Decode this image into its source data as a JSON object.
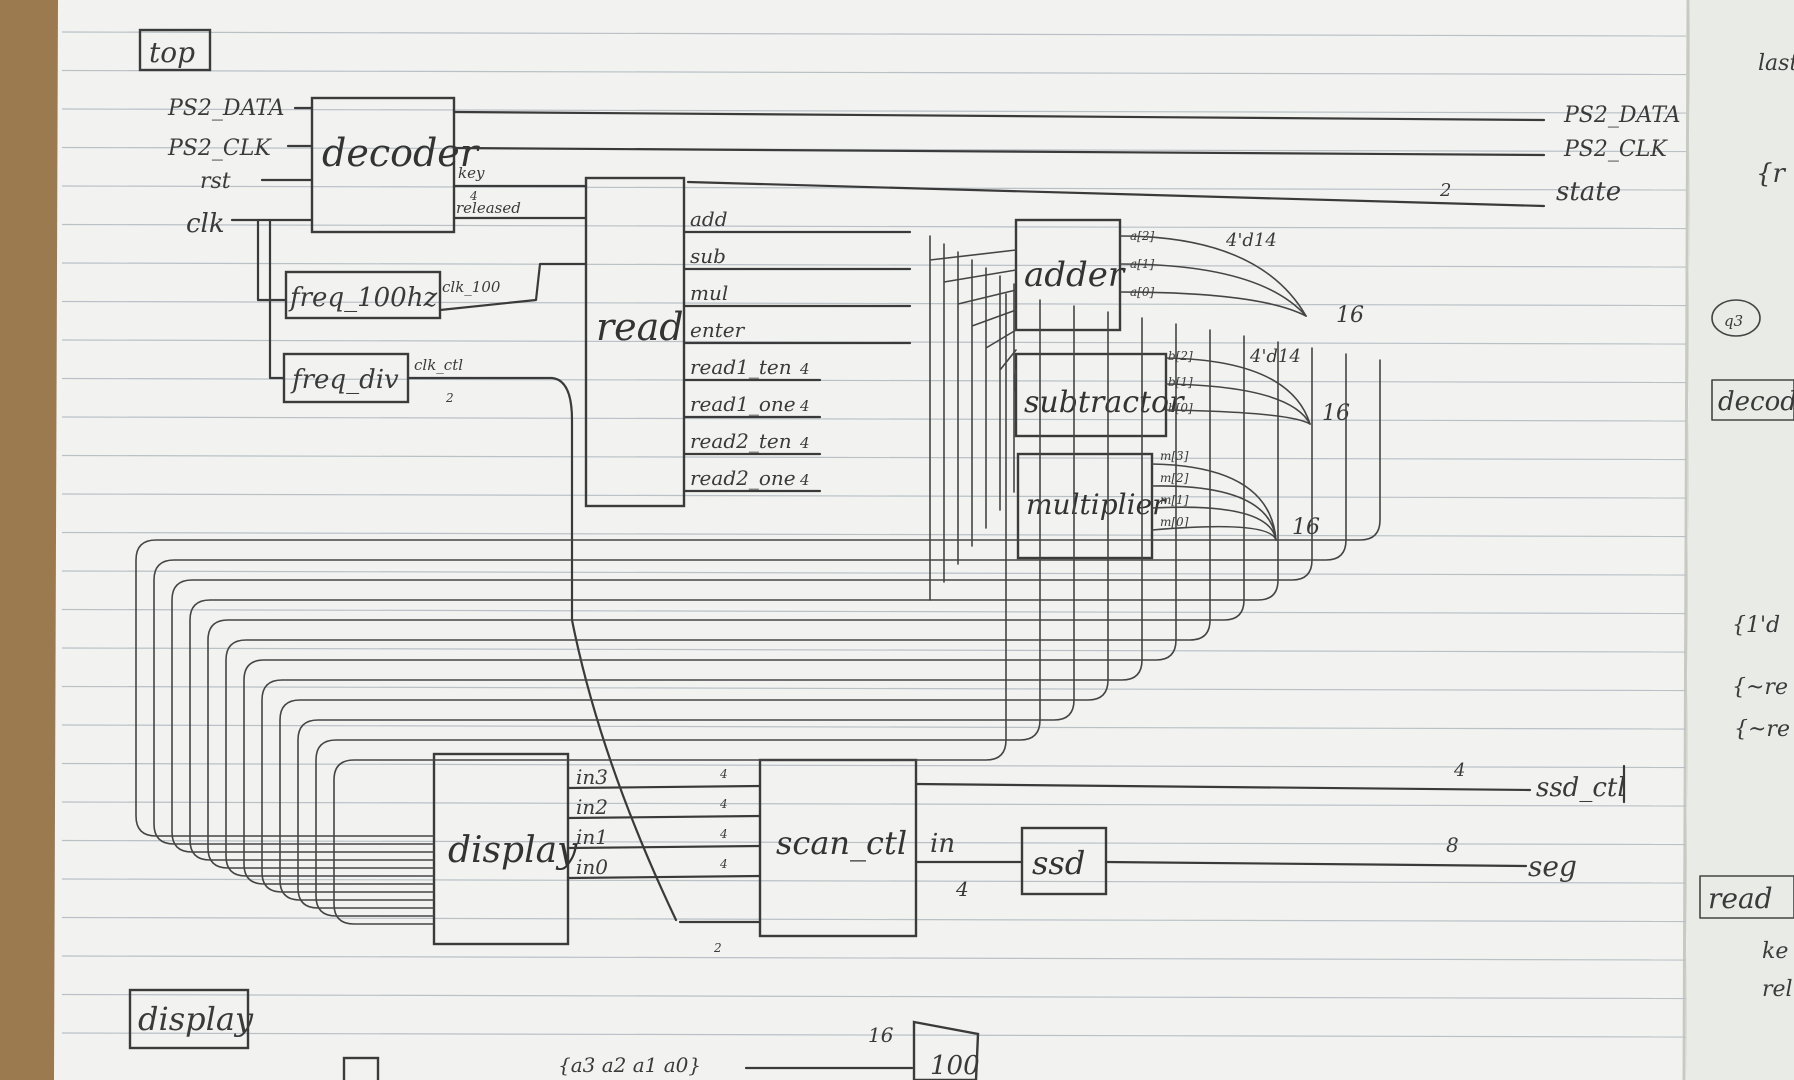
{
  "sections": {
    "top": "top",
    "display": "display"
  },
  "modules": {
    "decoder": "decoder",
    "read": "read",
    "freq_100hz": "freq_100hz",
    "freq_div": "freq_div",
    "adder": "adder",
    "subtractor": "subtractor",
    "multiplier": "multiplier",
    "display": "display",
    "scan_ctl": "scan_ctl",
    "ssd": "ssd"
  },
  "top_inputs": [
    "PS2_DATA",
    "PS2_CLK",
    "rst",
    "clk"
  ],
  "top_outputs": {
    "ps2_data": "PS2_DATA",
    "ps2_clk": "PS2_CLK",
    "state": "state",
    "ssd_ctl": "ssd_ctl",
    "seg": "seg"
  },
  "decoder_outputs": [
    "key",
    "released"
  ],
  "clock_outputs": {
    "clk_100": "clk_100",
    "clk_ctl": "clk_ctl"
  },
  "read_outputs": [
    "add",
    "sub",
    "mul",
    "enter",
    "read1_ten",
    "read1_one",
    "read2_ten",
    "read2_one"
  ],
  "adder_outputs": [
    "a[2]",
    "a[1]",
    "a[0]"
  ],
  "subtractor_outputs": [
    "b[2]",
    "b[1]",
    "b[0]"
  ],
  "multiplier_outputs": [
    "m[3]",
    "m[2]",
    "m[1]",
    "m[0]"
  ],
  "display_outputs": [
    "in3",
    "in2",
    "in1",
    "in0"
  ],
  "scan_in": "in",
  "bus_labels": {
    "four": "4",
    "two": "2",
    "eight": "8",
    "sixteen": "16",
    "const": "4'd14",
    "key_width": "4"
  },
  "bottom": {
    "concat": "{a3 a2 a1 a0}",
    "width": "16",
    "box": "100"
  },
  "right_margin": [
    "last",
    "{r",
    "q3",
    "decod",
    "{1'd",
    "{~re",
    "{~re",
    "read",
    "ke",
    "rel"
  ],
  "colors": {
    "paper": "#f3f4f1",
    "ink": "#3a3a3a",
    "rule": "#b9c0c6",
    "wood": "#8a6a44"
  }
}
